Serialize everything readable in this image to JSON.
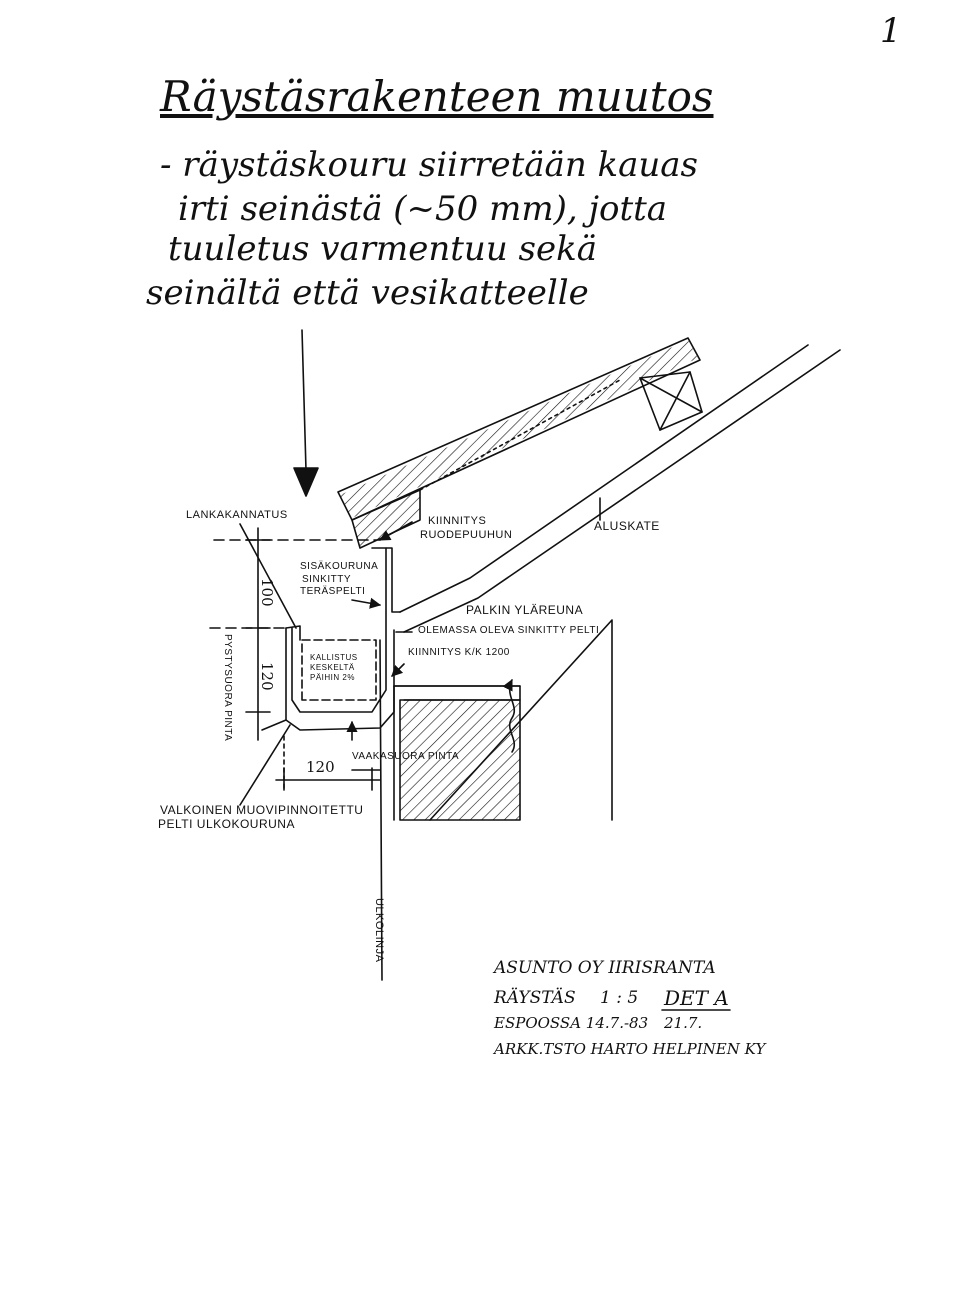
{
  "page_number": "1",
  "title": "Räystäsrakenteen muutos",
  "note_lines": [
    "- räystäskouru siirretään kauas",
    "irti seinästä (~50 mm), jotta",
    "tuuletus varmentuu sekä",
    "seinältä että vesikatteelle"
  ],
  "labels": {
    "lankakannatus": "LANKAKANNATUS",
    "kiinnitys_ruodepuuhun_1": "KIINNITYS",
    "kiinnitys_ruodepuuhun_2": "RUODEPUUHUN",
    "aluskate": "ALUSKATE",
    "sisakouruna_1": "SISÄKOURUNA",
    "sisakouruna_2": "SINKITTY",
    "sisakouruna_3": "TERÄSPELTI",
    "palkin_ylareuna": "PALKIN YLÄREUNA",
    "olemassa_oleva": "OLEMASSA OLEVA SINKITTY PELTI",
    "kiinnitys_k1200": "KIINNITYS K/K 1200",
    "kallistus_1": "KALLISTUS",
    "kallistus_2": "KESKELTÄ",
    "kallistus_3": "PÄIHIN 2%",
    "pystysuora_pinta": "PYSTYSUORA PINTA",
    "vaakasuora_pinta": "VAAKASUORA PINTA",
    "valkoinen_1": "VALKOINEN MUOVIPINNOITETTU",
    "valkoinen_2": "PELTI ULKOKOURUNA",
    "ulkolinja": "ULKOLINJA"
  },
  "dimensions": {
    "dim_100": "100",
    "dim_120_v": "120",
    "dim_120_h": "120"
  },
  "title_block": {
    "line1": "ASUNTO OY IIRISRANTA",
    "line2_left": "RÄYSTÄS",
    "line2_scale": "1 : 5",
    "line2_det": "DET A",
    "line3_left": "ESPOOSSA 14.7.-83",
    "line3_right": "21.7.",
    "line4": "ARKK.TSTO HARTO HELPINEN KY"
  },
  "colors": {
    "ink": "#111111",
    "paper": "#ffffff"
  }
}
